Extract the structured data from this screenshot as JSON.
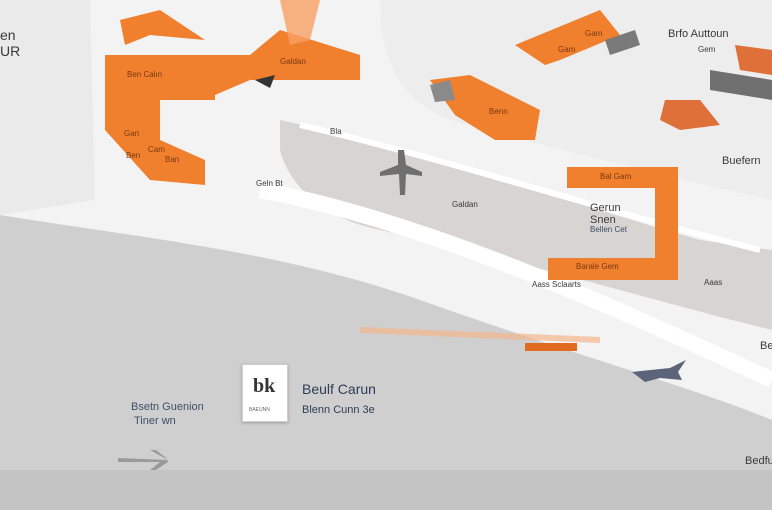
{
  "map": {
    "colors": {
      "land": "#f5f5f5",
      "water": "#cfcfcf",
      "apron": "#dcdcdc",
      "terminal": "#f07f2e",
      "building_dark": "#6f6f6f"
    },
    "labels": {
      "top_left_1": "en",
      "top_left_2": "UR",
      "terminal_west": "Ben Calın",
      "terminal_north": "Galdan",
      "terminal_west_b": "Gan",
      "terminal_west_c": "Cam",
      "terminal_west_d": "Ben",
      "terminal_west_e": "Ban",
      "east_gate_1": "Gam",
      "east_gate_2": "Gam",
      "east_pier": "Benn",
      "north_east_1": "Brfo Auttoun",
      "north_east_2": "Gem",
      "east_side": "Buefern",
      "taxi_1": "Bla",
      "taxi_2": "Geln Bt",
      "apron_label": "Galdan",
      "orange_box_top": "Bal Gam",
      "box_title_1": "Gerun",
      "box_title_2": "Snen",
      "box_title_3": "Bellen Cet",
      "orange_box_bottom": "Barale Gem",
      "below_box": "Aass Sclaarts",
      "east_label": "Aaas",
      "marker_title": "Beulf Carun",
      "marker_sub": "Blenn Cunn 3e",
      "left_title": "Bsetn Guenion",
      "left_sub": "Tiner wn",
      "bottom_right": "Bedfun",
      "right_edge": "Be"
    },
    "marker": {
      "logo": "bk",
      "logo_caption": "BAEUNN",
      "icon": "airport-logo-icon"
    }
  }
}
